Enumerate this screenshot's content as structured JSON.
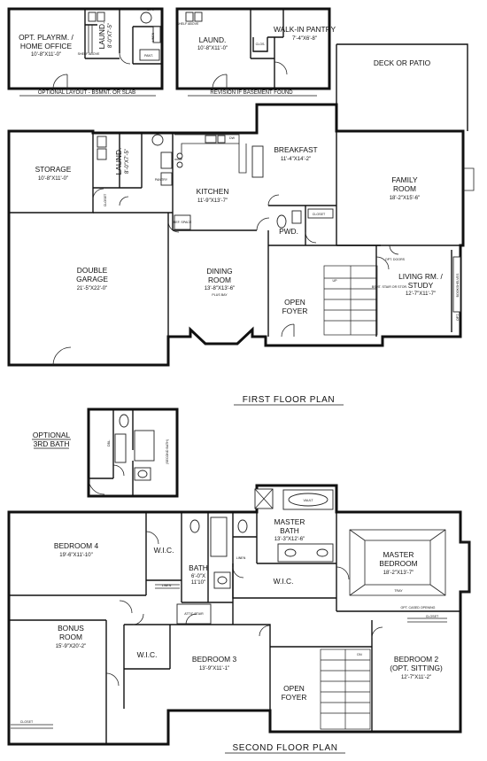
{
  "captions": {
    "first_floor": "FIRST FLOOR PLAN",
    "second_floor": "SECOND FLOOR PLAN",
    "optional_layout": "OPTIONAL LAYOUT - BSMNT. OR SLAB",
    "revision": "REVISION IF BASEMENT FOUND",
    "optional_bath": "OPTIONAL 3RD BATH"
  },
  "rooms": {
    "opt_playroom": {
      "name": "OPT. PLAYRM. / HOME OFFICE",
      "dim": "10'-8\"X11'-0\""
    },
    "laund_opt": {
      "name": "LAUND.",
      "dim": "8'-0\"X7'-5\""
    },
    "laund_rev": {
      "name": "LAUND.",
      "dim": "10'-8\"X11'-0\""
    },
    "walk_in_pantry": {
      "name": "WALK-IN PANTRY",
      "dim": "7'-4\"X6'-8\""
    },
    "deck": {
      "name": "DECK OR PATIO"
    },
    "breakfast": {
      "name": "BREAKFAST",
      "dim": "11'-4\"X14'-2\""
    },
    "storage": {
      "name": "STORAGE",
      "dim": "10'-8\"X11'-0\""
    },
    "laund_main": {
      "name": "LAUND.",
      "dim": "8'-0\"X7'-5\""
    },
    "kitchen": {
      "name": "KITCHEN",
      "dim": "11'-9\"X13'-7\""
    },
    "family": {
      "name": "FAMILY ROOM",
      "dim": "18'-2\"X15'-6\""
    },
    "pwd": {
      "name": "PWD."
    },
    "garage": {
      "name": "DOUBLE GARAGE",
      "dim": "21'-5\"X22'-0\""
    },
    "dining": {
      "name": "DINING ROOM",
      "dim": "13'-8\"X13'-6\"",
      "note": "PLUS BAY"
    },
    "open_foyer_1": {
      "name": "OPEN FOYER"
    },
    "living": {
      "name": "LIVING RM. / STUDY",
      "dim": "12'-7\"X11'-7\""
    },
    "bedroom4": {
      "name": "BEDROOM 4",
      "dim": "19'-6\"X11'-10\""
    },
    "wic_b4": {
      "name": "W.I.C."
    },
    "bath": {
      "name": "BATH",
      "dim": "6'-0\"X 11'10\""
    },
    "master_bath": {
      "name": "MASTER BATH",
      "dim": "13'-3\"X12'-6\""
    },
    "wic_master": {
      "name": "W.I.C."
    },
    "master_bedroom": {
      "name": "MASTER BEDROOM",
      "dim": "18'-2\"X13'-7\""
    },
    "bonus": {
      "name": "BONUS ROOM",
      "dim": "15'-9\"X20'-2\""
    },
    "wic_b3": {
      "name": "W.I.C."
    },
    "bedroom3": {
      "name": "BEDROOM 3",
      "dim": "13'-9\"X11'-1\""
    },
    "open_foyer_2": {
      "name": "OPEN FOYER"
    },
    "bedroom2": {
      "name": "BEDROOM 2 (OPT. SITTING)",
      "dim": "12'-7\"X11'-2\""
    }
  },
  "small_labels": {
    "linen": "LINEN",
    "pant": "PANT.",
    "clos": "CLOS.",
    "closet": "CLOSET",
    "pantry": "PANTRY",
    "ref_space": "REF. SPACE",
    "opt_doors": "OPT. DOORS",
    "up": "UP",
    "bsmt_stair": "BSMT. STAIR OR STOR.",
    "opt_cased": "OPT. CASED OPENING",
    "attic_stair": "ATTIC STAIR",
    "dn": "DN",
    "tray": "TRAY",
    "vault": "VAULT",
    "shelf_above": "SHELF ABOVE",
    "second_bath": "(SECOND BATH)",
    "bookshelf": "BOOKSHELVES",
    "dw": "DW",
    "dbl": "DBL."
  }
}
